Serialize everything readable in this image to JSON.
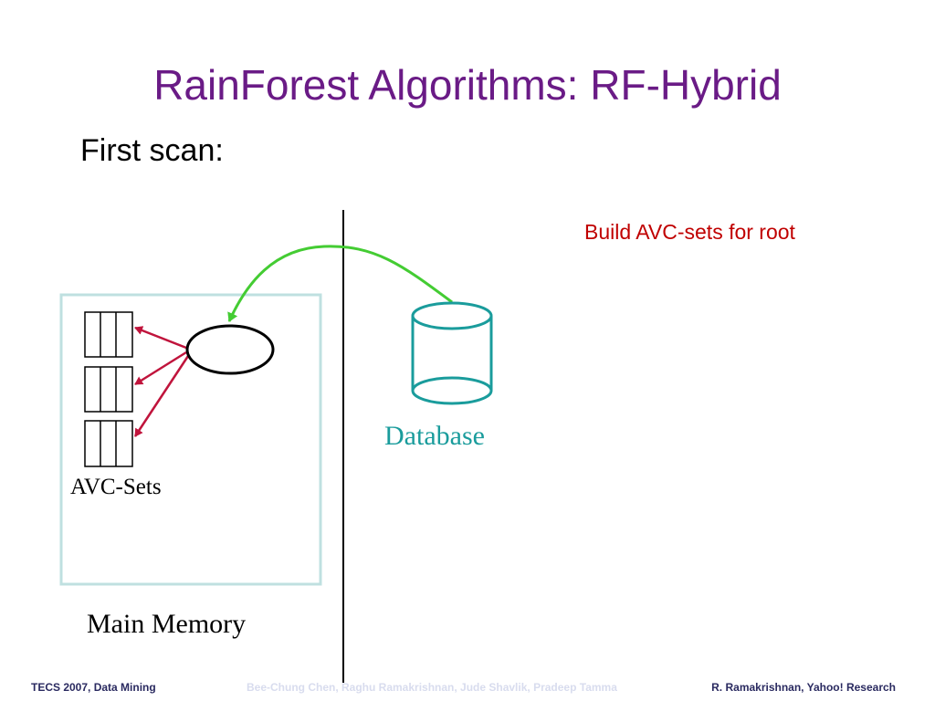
{
  "slide": {
    "title": "RainForest Algorithms: RF-Hybrid",
    "subtitle": "First scan:",
    "annotation": "Build AVC-sets for root"
  },
  "diagram": {
    "database_label": "Database",
    "avc_sets_label": "AVC-Sets",
    "main_memory_label": "Main Memory",
    "colors": {
      "title": "#6a1b86",
      "annotation": "#c00000",
      "database": "#1a9c9c",
      "memory_box": "#bfe0e0",
      "green_arrow": "#44cc33",
      "red_arrow": "#c0143c"
    }
  },
  "footer": {
    "left": "TECS 2007, Data Mining",
    "middle": "Bee-Chung Chen, Raghu Ramakrishnan, Jude Shavlik, Pradeep Tamma",
    "right": "R. Ramakrishnan, Yahoo! Research"
  }
}
